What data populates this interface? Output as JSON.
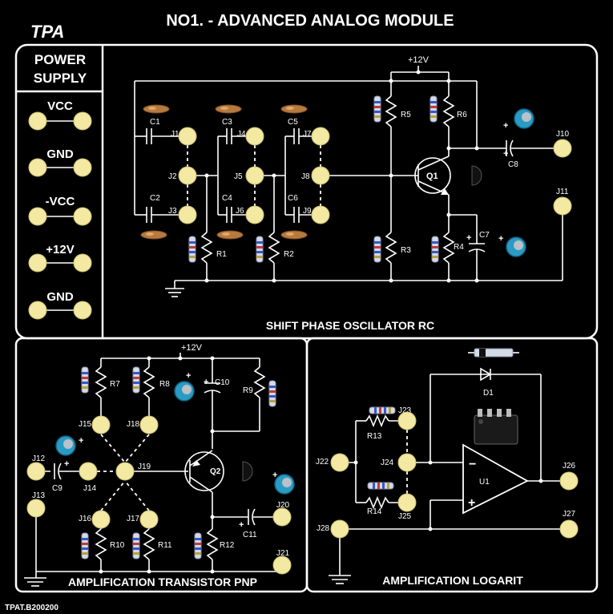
{
  "header": {
    "title": "NO1. - ADVANCED ANALOG MODULE",
    "logo": "TPA"
  },
  "footer": {
    "code": "TPAT.B200200"
  },
  "power_supply": {
    "title_line1": "POWER",
    "title_line2": "SUPPLY",
    "rails": [
      "VCC",
      "GND",
      "-VCC",
      "+12V",
      "GND"
    ]
  },
  "oscillator": {
    "title": "SHIFT PHASE OSCILLATOR RC",
    "supply": "+12V",
    "labels": {
      "C1": "C1",
      "C2": "C2",
      "C3": "C3",
      "C4": "C4",
      "C5": "C5",
      "C6": "C6",
      "C7": "C7",
      "C8": "C8",
      "J1": "J1",
      "J2": "J2",
      "J3": "J3",
      "J4": "J4",
      "J5": "J5",
      "J6": "J6",
      "J7": "J7",
      "J8": "J8",
      "J9": "J9",
      "J10": "J10",
      "J11": "J11",
      "R1": "R1",
      "R2": "R2",
      "R3": "R3",
      "R4": "R4",
      "R5": "R5",
      "R6": "R6",
      "Q1": "Q1"
    }
  },
  "pnp_amp": {
    "title": "AMPLIFICATION TRANSISTOR PNP",
    "supply": "+12V",
    "labels": {
      "R7": "R7",
      "R8": "R8",
      "R9": "R9",
      "R10": "R10",
      "R11": "R11",
      "R12": "R12",
      "C9": "C9",
      "C10": "C10",
      "C11": "C11",
      "Q2": "Q2",
      "J12": "J12",
      "J13": "J13",
      "J14": "J14",
      "J15": "J15",
      "J16": "J16",
      "J17": "J17",
      "J18": "J18",
      "J19": "J19",
      "J20": "J20",
      "J21": "J21"
    }
  },
  "log_amp": {
    "title": "AMPLIFICATION LOGARIT",
    "labels": {
      "R13": "R13",
      "R14": "R14",
      "D1": "D1",
      "U1": "U1",
      "J22": "J22",
      "J23": "J23",
      "J24": "J24",
      "J25": "J25",
      "J26": "J26",
      "J27": "J27",
      "J28": "J28"
    }
  }
}
